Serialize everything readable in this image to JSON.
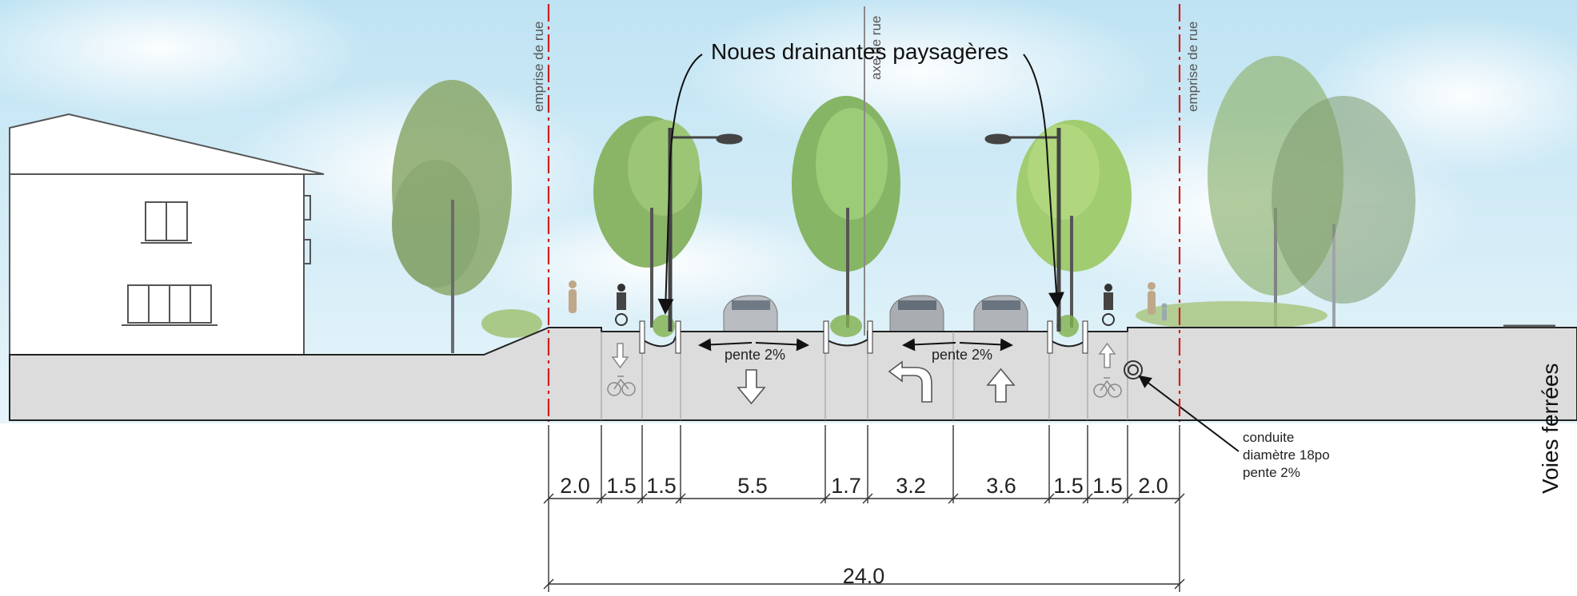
{
  "callouts": {
    "title": "Noues drainantes paysagères",
    "right_of_way_left": "emprise de rue",
    "right_of_way_right": "emprise de rue",
    "street_axis": "axe de rue",
    "slope_left": "pente 2%",
    "slope_right": "pente 2%",
    "pipe_line1": "conduite",
    "pipe_line2": "diamètre 18po",
    "pipe_line3": "pente 2%",
    "rail": "Voies ferrées"
  },
  "dimensions": {
    "segments": [
      "2.0",
      "1.5",
      "1.5",
      "5.5",
      "1.7",
      "3.2",
      "3.6",
      "1.5",
      "1.5",
      "2.0"
    ],
    "total": "24.0"
  },
  "lane_symbols": [
    "arrow-down-bike-icon",
    "arrow-down-icon",
    "turn-left-arrow-icon",
    "arrow-up-icon",
    "arrow-up-bike-icon"
  ],
  "colors": {
    "right_of_way_line": "#cc1f1f",
    "section_fill": "#dcdcdc",
    "sky": "#cfe9f5",
    "tree_green": "#8fb766"
  }
}
